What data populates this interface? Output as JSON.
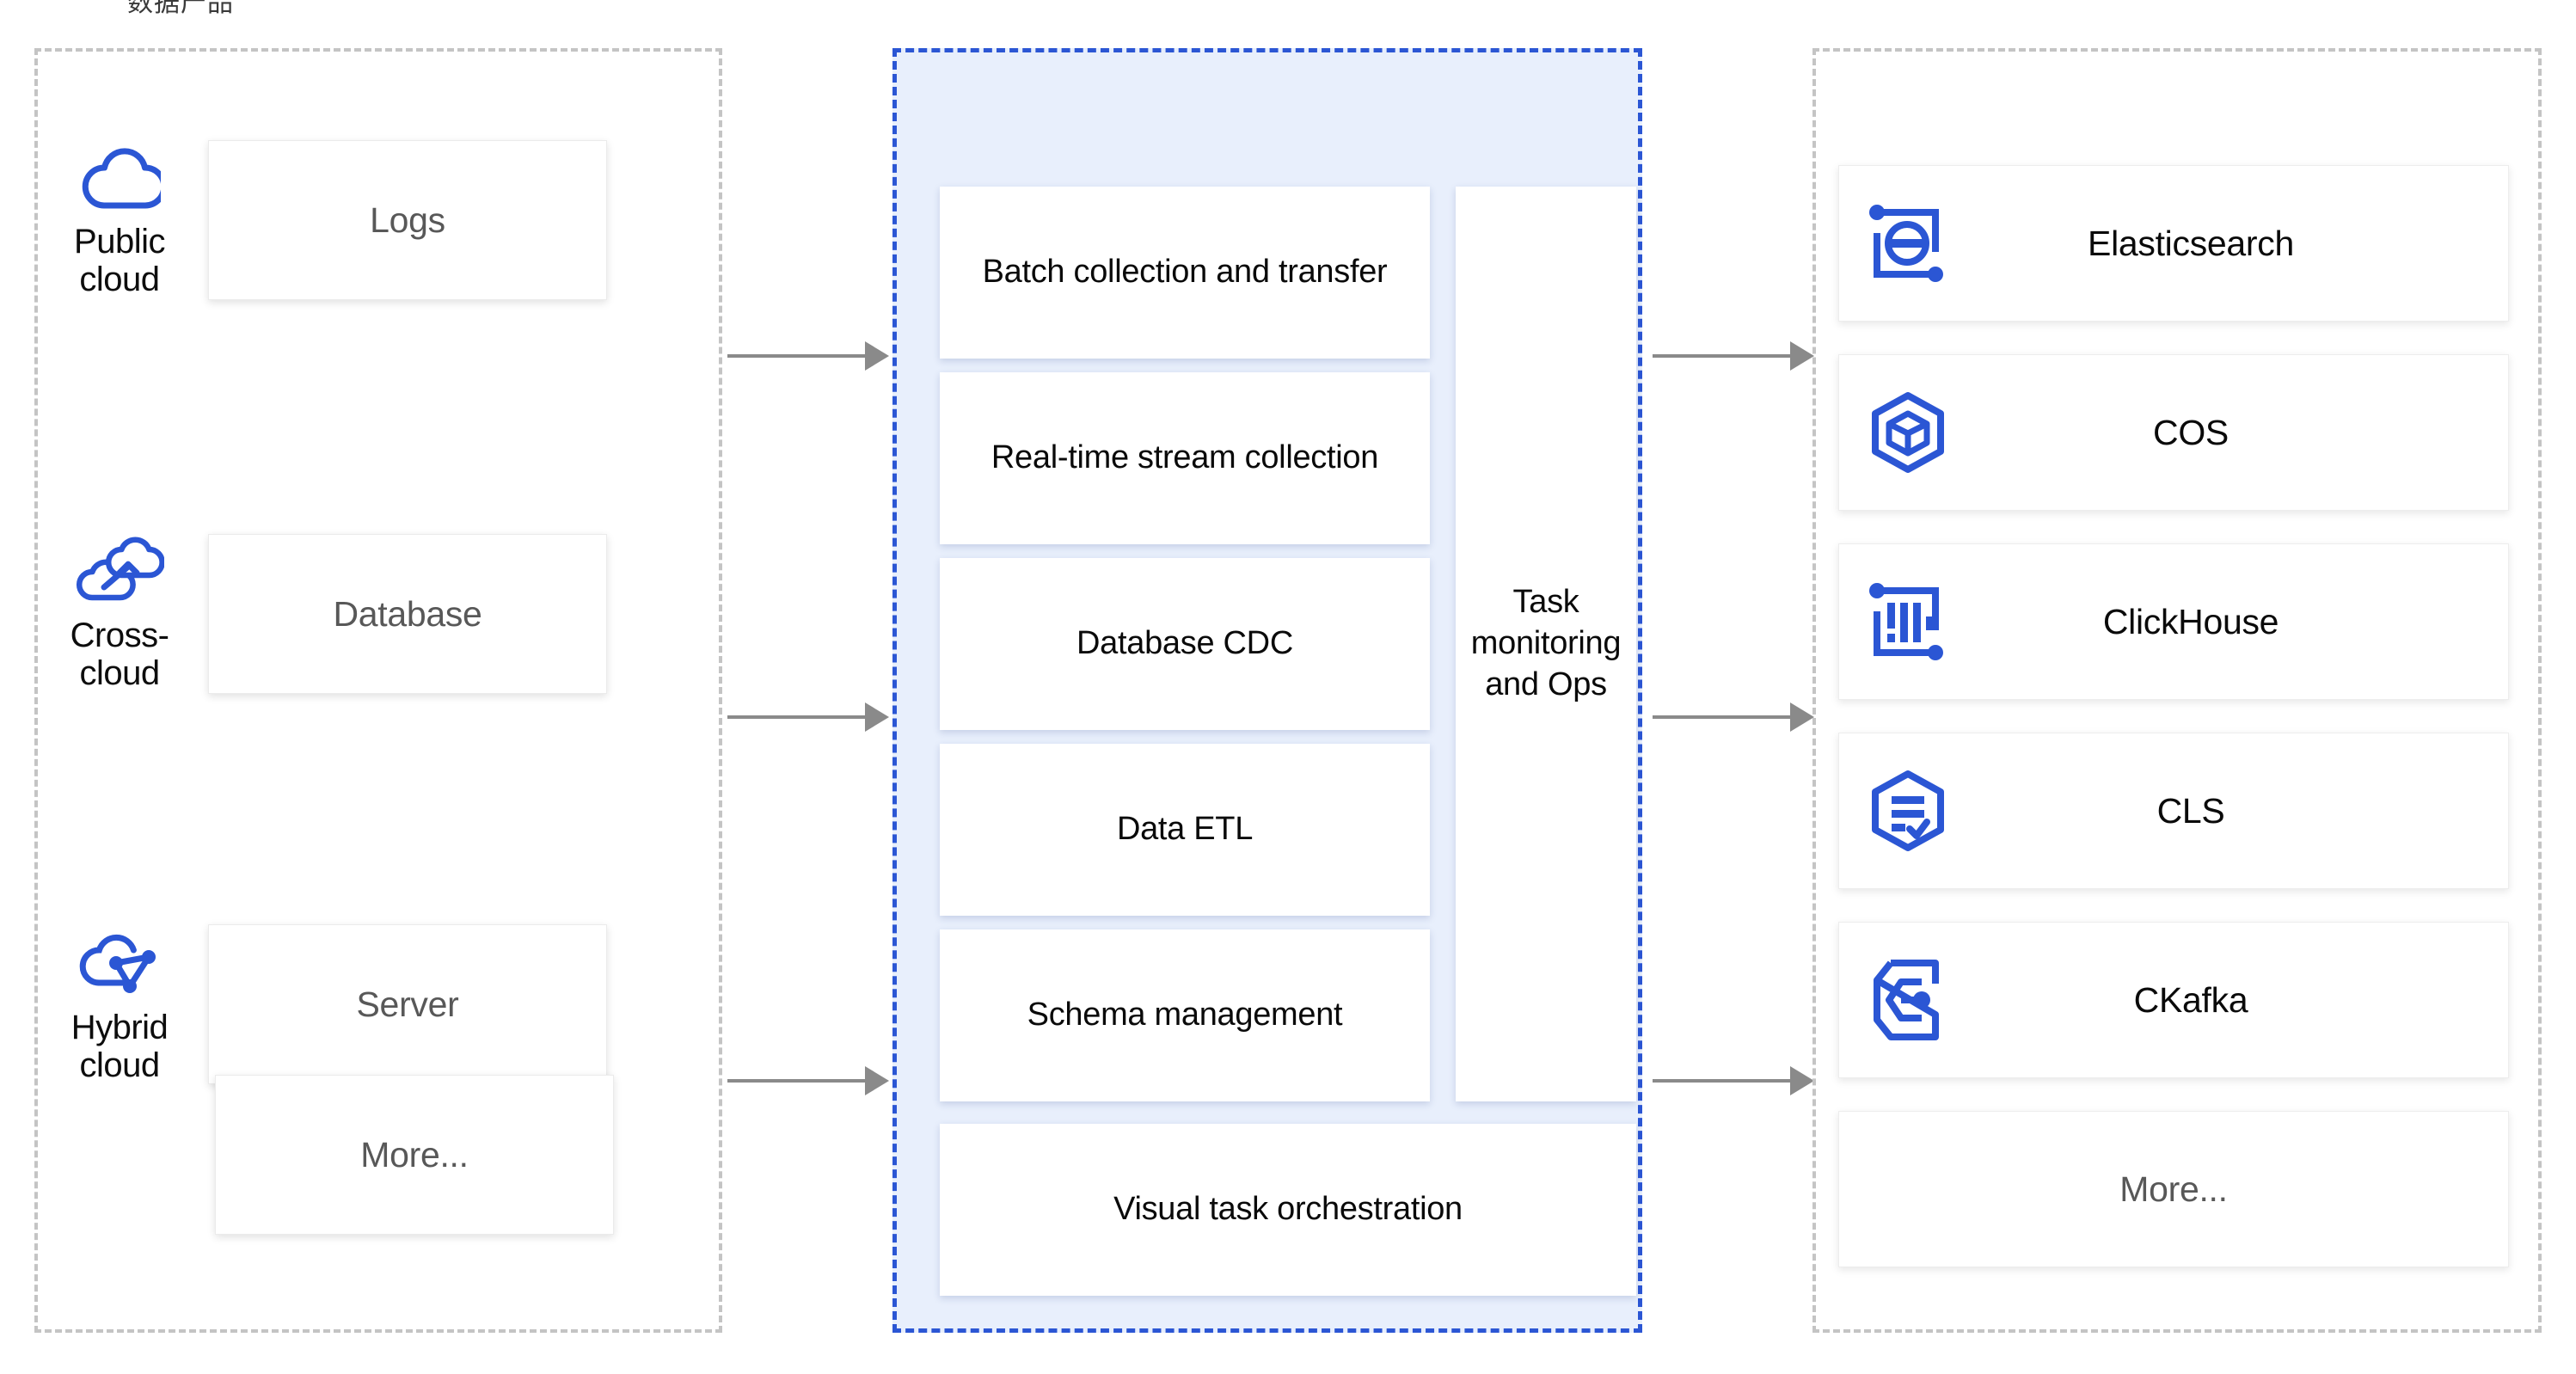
{
  "caption": "数据产品",
  "colors": {
    "brand_blue": "#2b56d4",
    "middle_panel_bg": "#e8effc",
    "panel_border_gray": "#c4c4c4",
    "arrow_gray": "#8a8a8a",
    "muted_text": "#585858"
  },
  "source_panel": {
    "name": "data-sources",
    "groups": [
      {
        "icon": "cloud-icon",
        "label": "Public\ncloud",
        "card": "Logs"
      },
      {
        "icon": "cross-cloud-icon",
        "label": "Cross-\ncloud",
        "card": "Database"
      },
      {
        "icon": "hybrid-cloud-icon",
        "label": "Hybrid\ncloud",
        "card": "Server"
      }
    ],
    "extra_card": "More..."
  },
  "middle_panel": {
    "name": "data-integration-platform",
    "capabilities": [
      "Batch collection and transfer",
      "Real-time stream collection",
      "Database CDC",
      "Data ETL",
      "Schema management"
    ],
    "side_card": "Task monitoring and Ops",
    "full_width_card": "Visual task orchestration"
  },
  "target_panel": {
    "name": "data-destinations",
    "items": [
      {
        "icon": "elasticsearch-icon",
        "label": "Elasticsearch"
      },
      {
        "icon": "cos-icon",
        "label": "COS"
      },
      {
        "icon": "clickhouse-icon",
        "label": "ClickHouse"
      },
      {
        "icon": "cls-icon",
        "label": "CLS"
      },
      {
        "icon": "ckafka-icon",
        "label": "CKafka"
      },
      {
        "icon": "none",
        "label": "More..."
      }
    ]
  },
  "arrows": {
    "left_count": 3,
    "right_count": 3,
    "direction": "left-to-right"
  }
}
